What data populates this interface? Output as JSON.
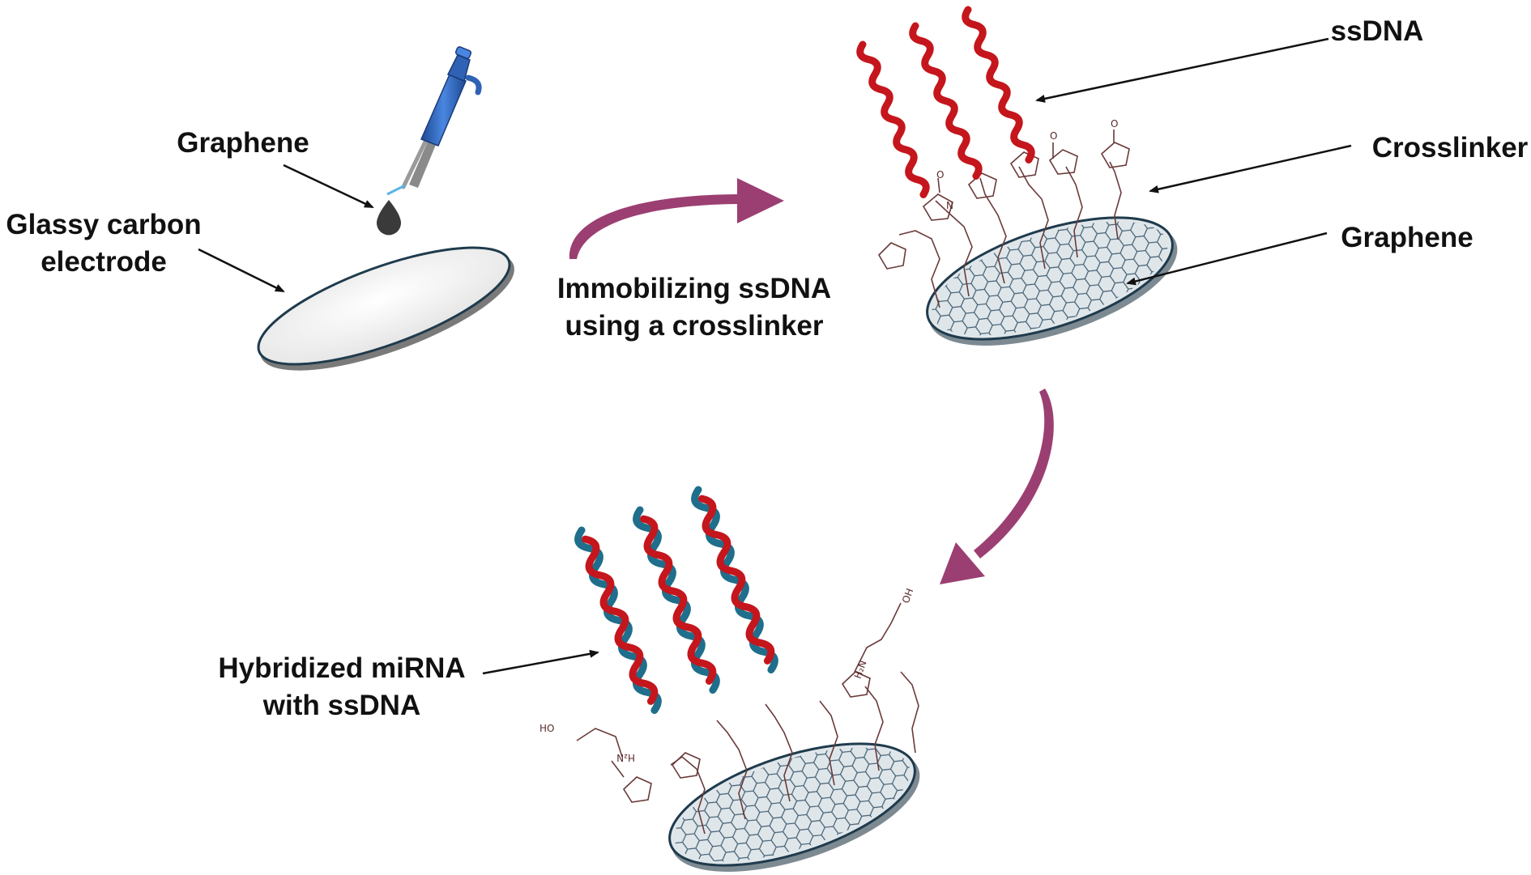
{
  "labels": {
    "graphene_drop": "Graphene",
    "gce_line1": "Glassy carbon",
    "gce_line2": "electrode",
    "step1_line1": "Immobilizing ssDNA",
    "step1_line2": "using a crosslinker",
    "ssdna": "ssDNA",
    "crosslinker": "Crosslinker",
    "graphene_sheet": "Graphene",
    "hybrid_line1": "Hybridized miRNA",
    "hybrid_line2": "with ssDNA"
  },
  "chem_text": {
    "oh": "OH",
    "ho": "HO",
    "nh2": "H₂N"
  },
  "colors": {
    "ssdna": "#c4161c",
    "mirna": "#1f6e8c",
    "process_arrow": "#9b3f72",
    "graphene_lattice": "#3d5a6e",
    "electrode_edge": "#1f3b4d",
    "pipette_body": "#2f62b5",
    "crosslinker": "#6b3a3a"
  },
  "icons": [
    "pipette-icon",
    "droplet-icon"
  ]
}
